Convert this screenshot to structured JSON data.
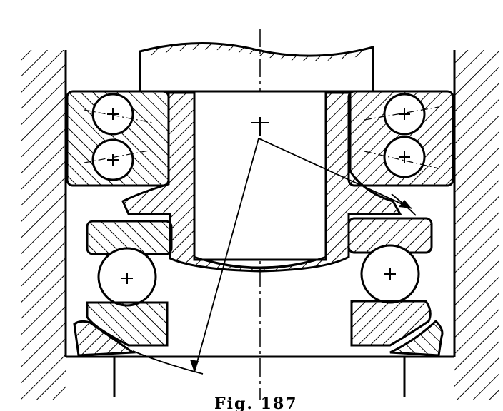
{
  "figure": {
    "caption": "Fig. 187",
    "style": "technical cross-section line drawing",
    "line_color": "#000000",
    "background_color": "#ffffff"
  },
  "parts": {
    "housing": "housing-hatched",
    "shaft": "shaft",
    "upper_bearing": "double-row-angular-ball-bearing",
    "lower_bearing": "thrust-ball-bearing",
    "sleeve": "central-sleeve",
    "center_mark": "plus"
  }
}
